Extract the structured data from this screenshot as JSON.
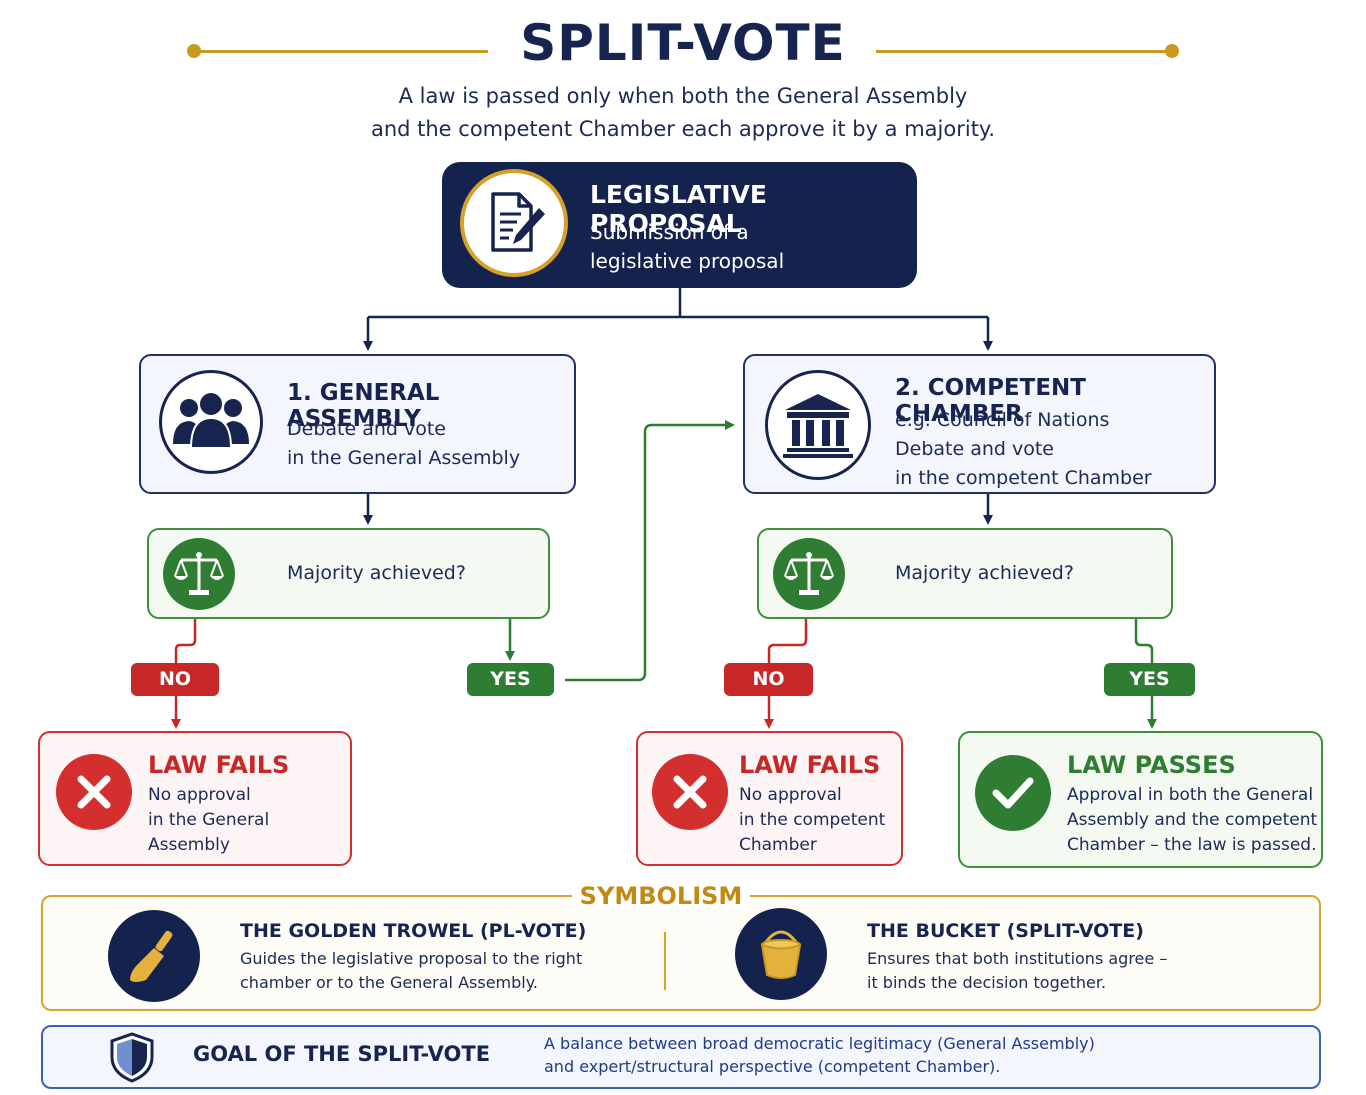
{
  "header": {
    "title": "SPLIT-VOTE",
    "subtitle_line1": "A law is passed only when both the General Assembly",
    "subtitle_line2": "and the competent Chamber each approve it by a majority."
  },
  "proposal": {
    "title": "LEGISLATIVE PROPOSAL",
    "text_line1": "Submission of a",
    "text_line2": "legislative proposal",
    "icon": "document-pen-icon"
  },
  "assembly": {
    "title": "1. GENERAL ASSEMBLY",
    "text_line1": "Debate and vote",
    "text_line2": "in the General Assembly",
    "icon": "people-group-icon"
  },
  "chamber": {
    "title": "2. COMPETENT CHAMBER",
    "text_line1": "e.g. Council of Nations",
    "text_line2": "Debate and vote",
    "text_line3": "in the competent Chamber",
    "icon": "building-columns-icon"
  },
  "decision_left": {
    "text": "Majority achieved?",
    "icon": "scales-icon"
  },
  "decision_right": {
    "text": "Majority achieved?",
    "icon": "scales-icon"
  },
  "badges": {
    "no": "NO",
    "yes": "YES"
  },
  "fail_assembly": {
    "title": "LAW FAILS",
    "text_line1": "No approval",
    "text_line2": "in the General Assembly",
    "icon": "x-icon"
  },
  "fail_chamber": {
    "title": "LAW FAILS",
    "text_line1": "No approval",
    "text_line2": "in the competent",
    "text_line3": "Chamber",
    "icon": "x-icon"
  },
  "pass": {
    "title": "LAW PASSES",
    "text_line1": "Approval in both the General",
    "text_line2": "Assembly and the competent",
    "text_line3": "Chamber – the law is passed.",
    "icon": "check-icon"
  },
  "symbolism": {
    "title": "SYMBOLISM",
    "trowel": {
      "title": "THE GOLDEN TROWEL (PL-VOTE)",
      "text_line1": "Guides the legislative proposal to the right",
      "text_line2": "chamber or to the General Assembly.",
      "icon": "trowel-icon"
    },
    "bucket": {
      "title": "THE BUCKET (SPLIT-VOTE)",
      "text_line1": "Ensures that both institutions agree –",
      "text_line2": "it binds the decision together.",
      "icon": "bucket-icon"
    }
  },
  "goal": {
    "title": "GOAL OF THE SPLIT-VOTE",
    "text_line1": "A balance between broad democratic legitimacy (General Assembly)",
    "text_line2": "and expert/structural perspective (competent Chamber).",
    "icon": "shield-icon"
  },
  "colors": {
    "navy": "#14234d",
    "gold": "#c99a1f",
    "green": "#2e7d32",
    "red": "#c62828",
    "blue": "#3a62b5"
  }
}
